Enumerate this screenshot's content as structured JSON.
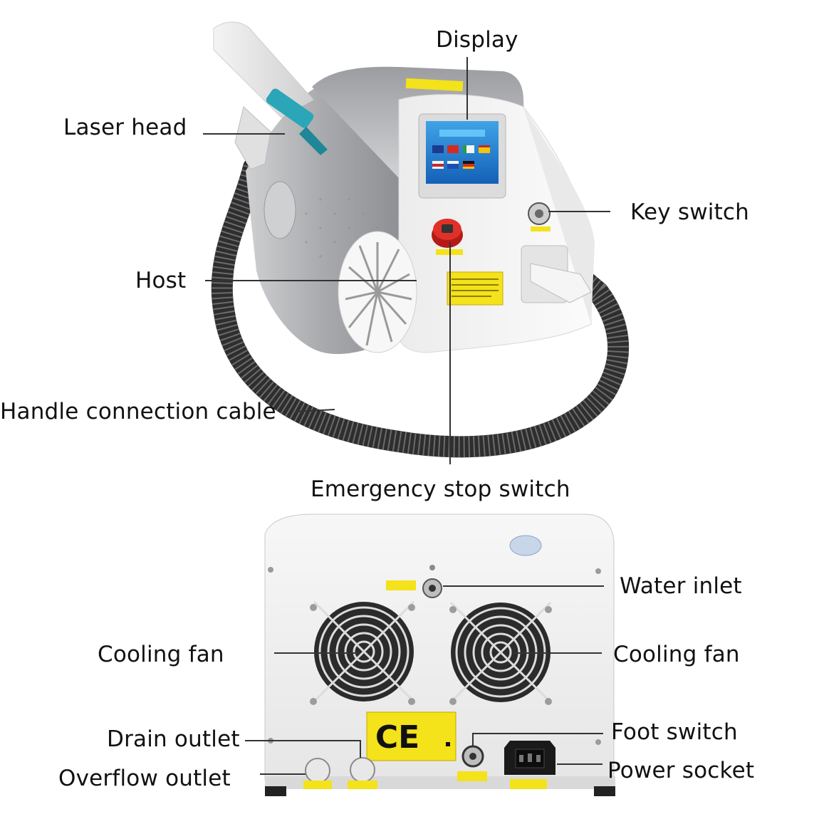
{
  "labels": {
    "display": "Display",
    "laser_head": "Laser head",
    "key_switch": "Key switch",
    "host": "Host",
    "handle_cable": "Handle connection cable",
    "emergency_stop": "Emergency stop switch",
    "water_inlet": "Water inlet",
    "cooling_fan_left": "Cooling fan",
    "cooling_fan_right": "Cooling fan",
    "drain_outlet": "Drain outlet",
    "overflow_outlet": "Overflow outlet",
    "foot_switch": "Foot switch",
    "power_socket": "Power socket"
  },
  "marks": {
    "ce": "CE"
  },
  "colors": {
    "body_white": "#f2f2f2",
    "panel_gray": "#b9b9bb",
    "warning_yellow": "#f4e21a",
    "stop_red": "#d8231e",
    "handpiece_teal": "#2aa6b8",
    "cable_dark": "#3b3b3b"
  }
}
